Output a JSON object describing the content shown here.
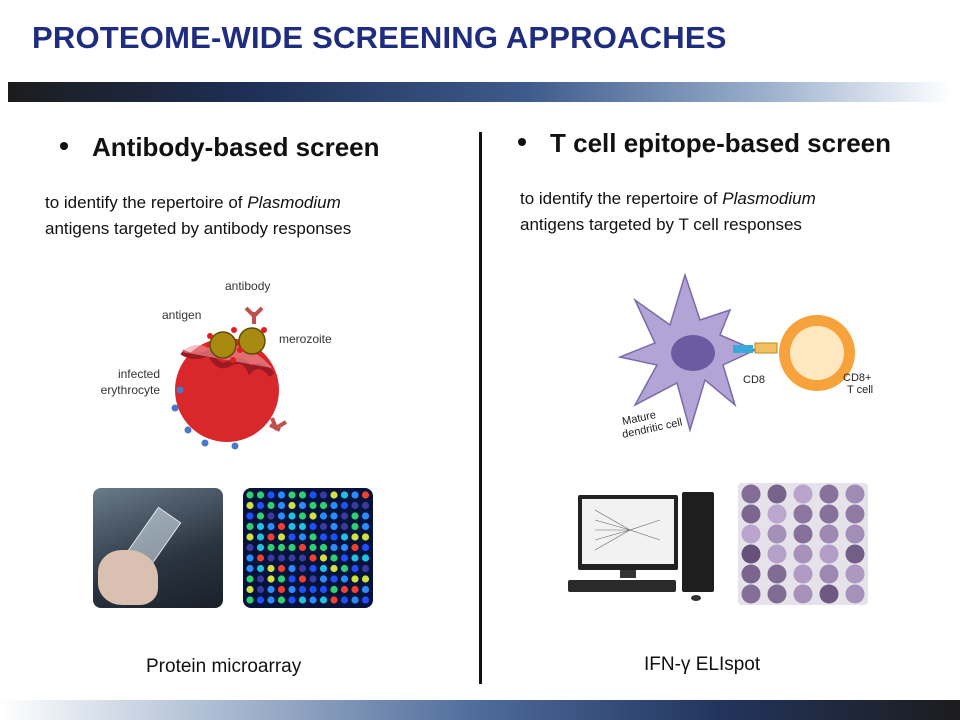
{
  "title": "PROTEOME-WIDE SCREENING APPROACHES",
  "left": {
    "heading": "Antibody-based screen",
    "desc_line1_prefix": "to identify the repertoire of ",
    "desc_line1_italic": "Plasmodium",
    "desc_line2": "antigens targeted by antibody responses",
    "labels": {
      "antibody": "antibody",
      "antigen": "antigen",
      "merozoite": "merozoite",
      "infected": "infected",
      "erythrocyte": "erythrocyte"
    },
    "caption": "Protein microarray"
  },
  "right": {
    "heading": "T cell epitope-based screen",
    "desc_line1_prefix": "to identify the repertoire of ",
    "desc_line1_italic": "Plasmodium",
    "desc_line2": "antigens targeted  by  T cell responses",
    "labels": {
      "cd8": "CD8",
      "tcell_1": "CD8+",
      "tcell_2": "T cell",
      "mature": "Mature",
      "dendritic": "dendritic cell"
    },
    "caption": "IFN-γ ELIspot"
  },
  "colors": {
    "title": "#1f2d80",
    "erythrocyte": "#d8282c",
    "merozoite": "#a88a10",
    "dendritic": "#b3a4d6",
    "tcell": "#f7a23a"
  }
}
